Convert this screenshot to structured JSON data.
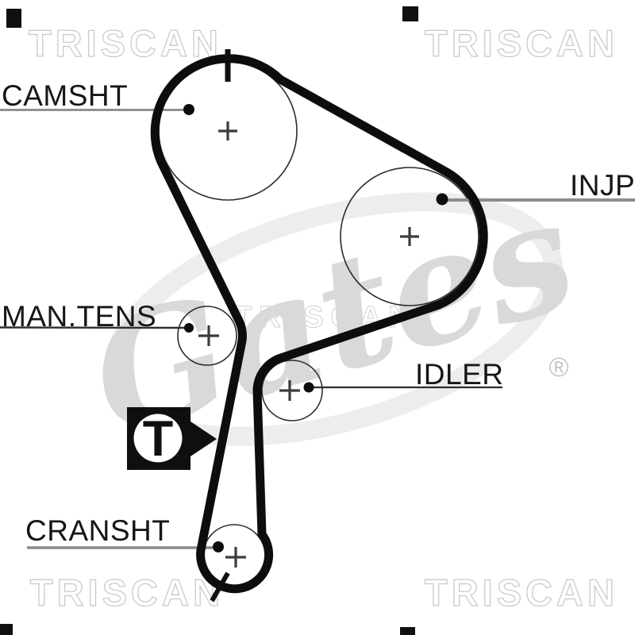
{
  "watermarks": {
    "triscan": "TRISCAN",
    "gates": "Gates",
    "registered": "®"
  },
  "labels": {
    "camshaft": "CAMSHT",
    "injection_pump": "INJP",
    "manual_tensioner": "MAN.TENS",
    "idler": "IDLER",
    "crankshaft": "CRANSHT",
    "timing_mark": "T"
  },
  "colors": {
    "belt": "#0d0d0d",
    "label_text": "#161616",
    "leader_gray": "#8d8d8d",
    "watermark_outline": "#c8c8c8",
    "gates_gray": "#d6d6d6"
  }
}
